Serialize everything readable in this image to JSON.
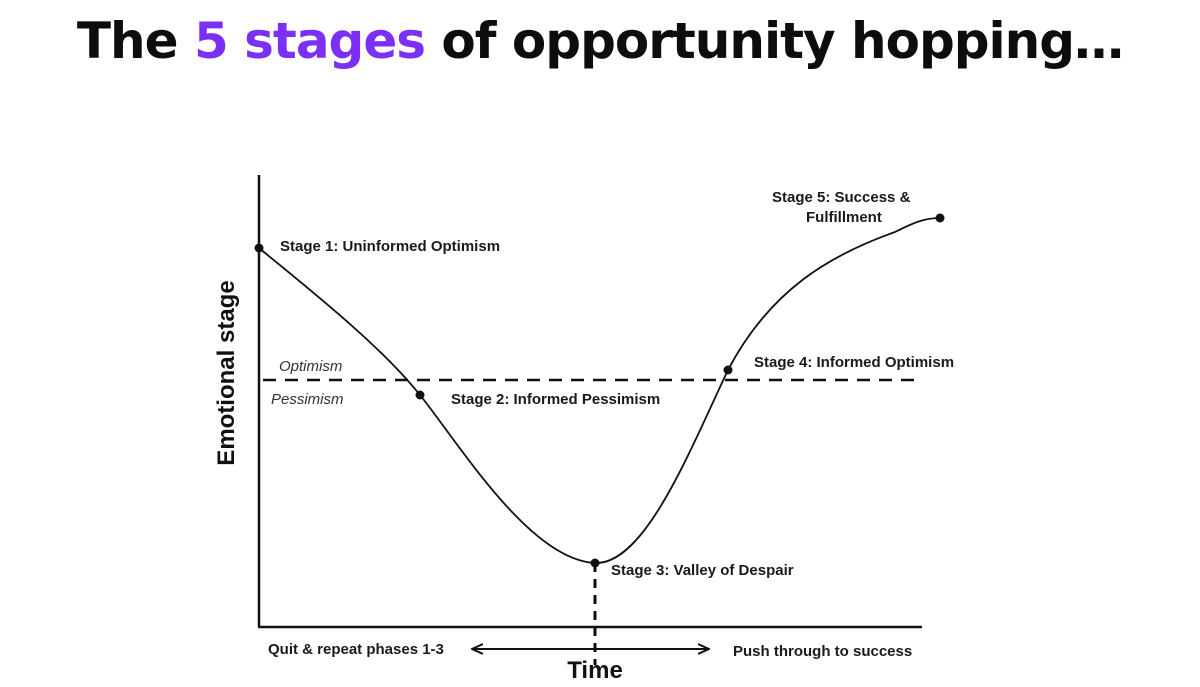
{
  "title": {
    "prefix": "The ",
    "highlight": "5 stages",
    "suffix": " of opportunity hopping…",
    "highlight_color": "#7b2ff7"
  },
  "axes": {
    "y_label": "Emotional stage",
    "x_label": "Time"
  },
  "zones": {
    "upper": "Optimism",
    "lower": "Pessimism"
  },
  "stages": [
    {
      "id": 1,
      "label": "Stage 1: Uninformed Optimism"
    },
    {
      "id": 2,
      "label": "Stage 2: Informed Pessimism"
    },
    {
      "id": 3,
      "label": "Stage 3: Valley of Despair"
    },
    {
      "id": 4,
      "label": "Stage 4: Informed Optimism"
    },
    {
      "id": 5,
      "label_line1": "Stage 5: Success &",
      "label_line2": "Fulfillment"
    }
  ],
  "bottom": {
    "left": "Quit & repeat phases 1-3",
    "right": "Push through to success"
  }
}
